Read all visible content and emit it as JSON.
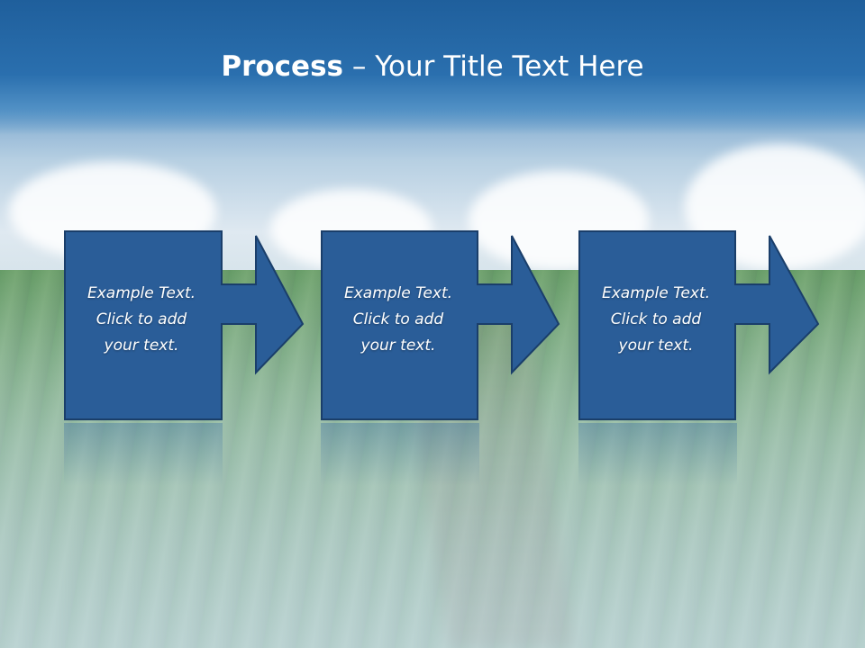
{
  "slide": {
    "title_bold": "Process",
    "title_rest": " – Your Title Text Here"
  },
  "steps": [
    {
      "text": "Example Text.\nClick  to add\nyour text."
    },
    {
      "text": "Example Text.\nClick  to add\nyour text."
    },
    {
      "text": "Example Text.\nClick  to add\nyour text."
    }
  ],
  "colors": {
    "box_fill": "#2a5d98",
    "box_border": "#1a3e6a",
    "title_color": "#ffffff"
  }
}
